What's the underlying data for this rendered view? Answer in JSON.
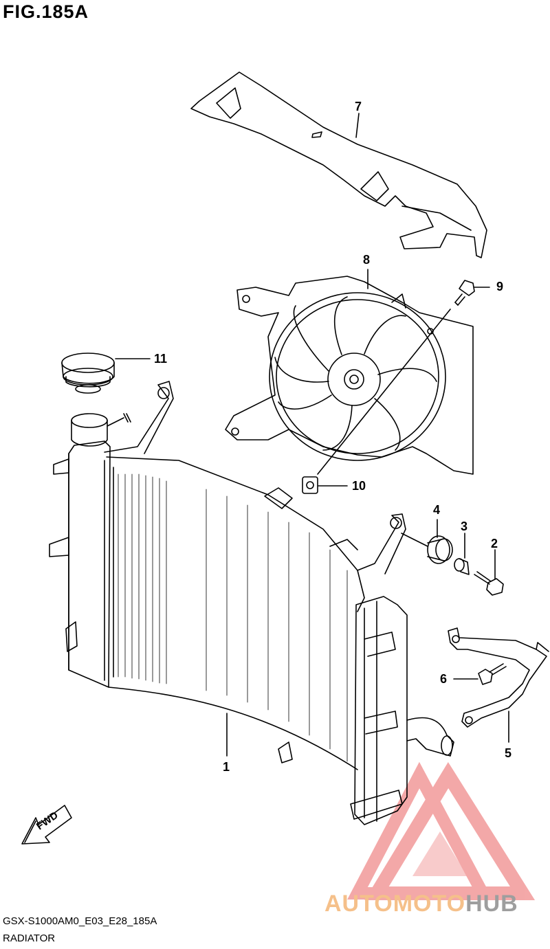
{
  "figure": {
    "title": "FIG.185A",
    "model_code": "GSX-S1000AM0_E03_E28_185A",
    "caption": "RADIATOR"
  },
  "callouts": [
    {
      "id": "1",
      "label": "1"
    },
    {
      "id": "2",
      "label": "2"
    },
    {
      "id": "3",
      "label": "3"
    },
    {
      "id": "4",
      "label": "4"
    },
    {
      "id": "5",
      "label": "5"
    },
    {
      "id": "6",
      "label": "6"
    },
    {
      "id": "7",
      "label": "7"
    },
    {
      "id": "8",
      "label": "8"
    },
    {
      "id": "9",
      "label": "9"
    },
    {
      "id": "10",
      "label": "10"
    },
    {
      "id": "11",
      "label": "11"
    }
  ],
  "fwd_arrow": {
    "label": "FWD"
  },
  "watermark": {
    "text_part1": "AUTOMOTO",
    "text_part2": "HUB",
    "colors": {
      "triangle": "#f08c8c",
      "text_part1": "#f5c08a",
      "text_part2": "#9e9e9e"
    }
  }
}
